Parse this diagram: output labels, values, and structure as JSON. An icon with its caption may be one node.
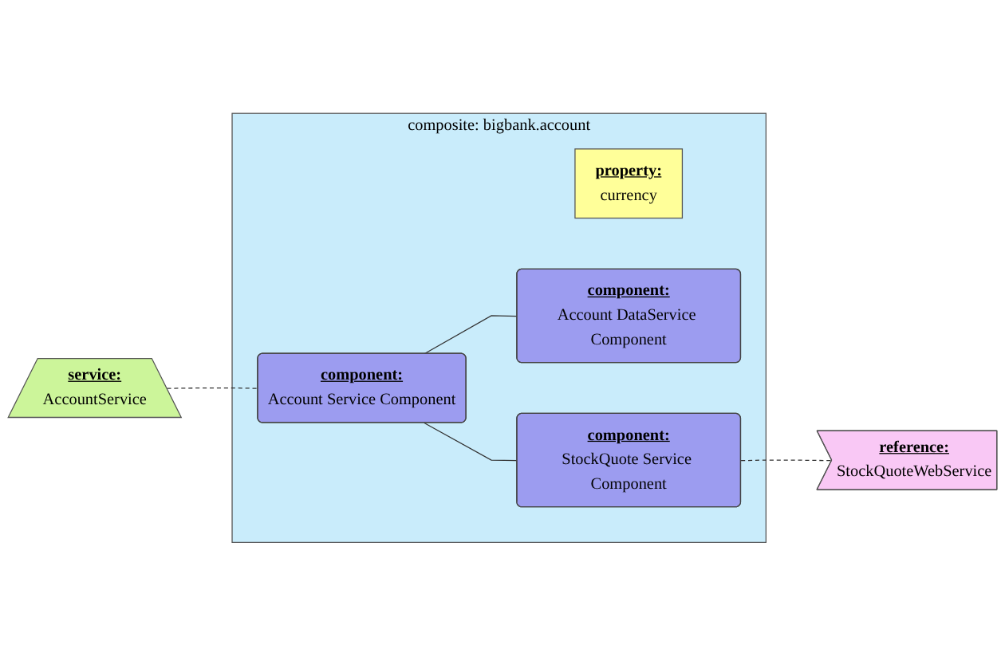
{
  "diagram": {
    "nodes": [
      {
        "text": [
          "composite: bigbank.account"
        ]
      },
      {
        "text": [
          "service:",
          "AccountService"
        ]
      },
      {
        "text": [
          "property:",
          "currency"
        ],
        "in": 0
      },
      {
        "text": [
          "component:",
          "Account Service Component"
        ],
        "in": 0
      },
      {
        "text": [
          "component:",
          "Account DataService Component"
        ],
        "in": 0
      },
      {
        "text": [
          "component:",
          "StockQuote Service Component"
        ],
        "in": 0
      },
      {
        "text": [
          "reference:",
          "StockQuoteWebService"
        ]
      }
    ],
    "edges": [
      {
        "from": 1,
        "to": 3,
        "arrow": "none",
        "style": "dashed"
      },
      {
        "from": 3,
        "to": 4,
        "arrow": "none"
      },
      {
        "from": 3,
        "to": 5,
        "arrow": "none"
      },
      {
        "from": 5,
        "to": 6,
        "arrow": "none",
        "style": "dashed"
      }
    ]
  }
}
